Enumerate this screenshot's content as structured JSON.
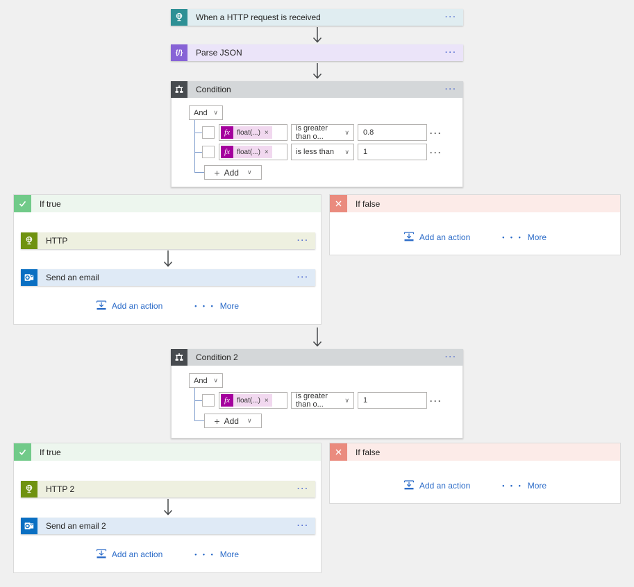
{
  "ui": {
    "ellipsis": "···",
    "more_dots": "• • •",
    "chevron": "∨",
    "plus": "+",
    "chip_close": "×",
    "fx": "fx",
    "braces": "{/}"
  },
  "trigger": {
    "title": "When a HTTP request is received"
  },
  "parse_json": {
    "title": "Parse JSON"
  },
  "condition1": {
    "title": "Condition",
    "join": "And",
    "add_label": "Add",
    "rows": [
      {
        "operand": "float(...)",
        "operator": "is greater than o...",
        "value": "0.8"
      },
      {
        "operand": "float(...)",
        "operator": "is less than",
        "value": "1"
      }
    ]
  },
  "branch1_true": {
    "label": "If true",
    "actions": {
      "http": "HTTP",
      "email": "Send an email"
    },
    "add_action": "Add an action",
    "more": "More"
  },
  "branch1_false": {
    "label": "If false",
    "add_action": "Add an action",
    "more": "More"
  },
  "condition2": {
    "title": "Condition 2",
    "join": "And",
    "add_label": "Add",
    "rows": [
      {
        "operand": "float(...)",
        "operator": "is greater than o...",
        "value": "1"
      }
    ]
  },
  "branch2_true": {
    "label": "If true",
    "actions": {
      "http": "HTTP 2",
      "email": "Send an email 2"
    },
    "add_action": "Add an action",
    "more": "More"
  },
  "branch2_false": {
    "label": "If false",
    "add_action": "Add an action",
    "more": "More"
  },
  "colors": {
    "trigger_icon": "#2e9095",
    "trigger_card_bg": "#e0edf1",
    "parse_icon": "#8763d6",
    "parse_card_bg": "#ebe4f9",
    "condition_icon": "#474b4f",
    "condition_header_bg": "#d4d7d9",
    "true_icon": "#71ca89",
    "true_header_bg": "#edf6ee",
    "false_icon": "#ea8b7e",
    "false_header_bg": "#fcebe8",
    "http_icon": "#6f9210",
    "http_card_bg": "#eef0e0",
    "outlook_icon": "#0a6fc2",
    "email_card_bg": "#dfeaf6",
    "link_blue": "#2b6bc8",
    "fx_magenta": "#a4009d",
    "canvas_bg": "#f0f0f0"
  }
}
